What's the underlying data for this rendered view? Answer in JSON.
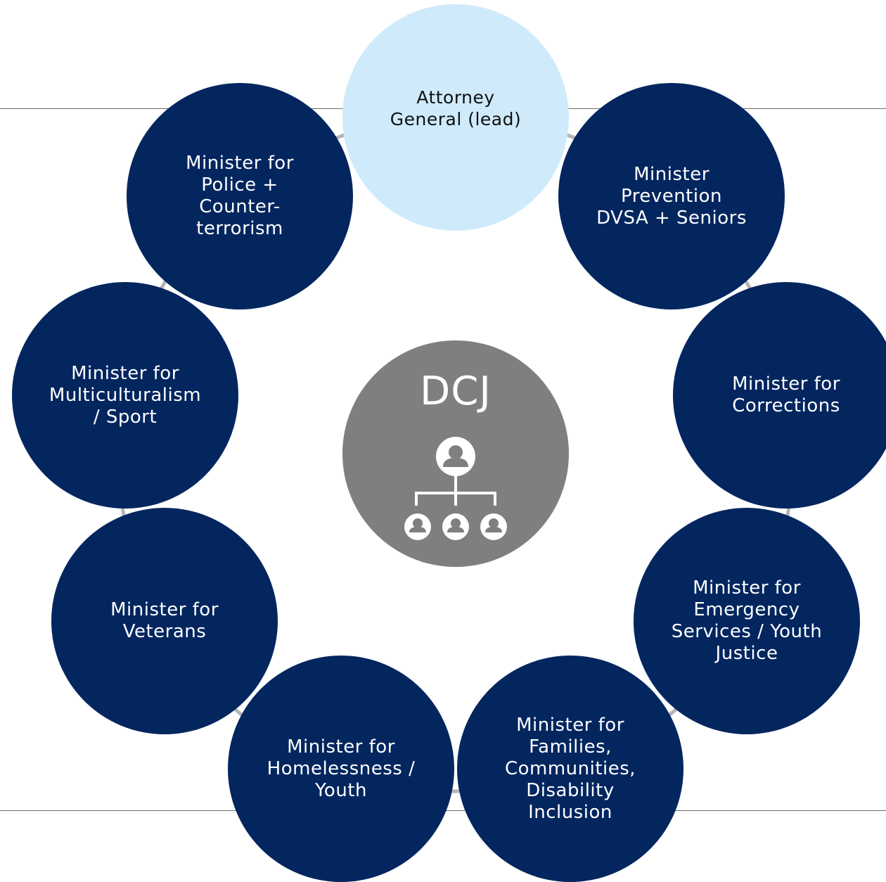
{
  "diagram": {
    "hub": {
      "label": "DCJ",
      "icon": "org-chart-icon"
    },
    "lead": {
      "label": "Attorney\nGeneral (lead)"
    },
    "ministers": [
      {
        "label": "Minister\nPrevention\nDVSA + Seniors"
      },
      {
        "label": "Minister for\nCorrections"
      },
      {
        "label": "Minister for\nEmergency\nServices / Youth\nJustice"
      },
      {
        "label": "Minister for\nFamilies,\nCommunities,\nDisability\nInclusion"
      },
      {
        "label": "Minister for\nHomelessness /\nYouth"
      },
      {
        "label": "Minister for\nVeterans"
      },
      {
        "label": "Minister for\nMulticulturalism\n/ Sport"
      },
      {
        "label": "Minister for\nPolice +\nCounter-\nterrorism"
      }
    ],
    "colors": {
      "minister_fill": "#03265f",
      "lead_fill": "#cfebfb",
      "hub_fill": "#7f7f7f",
      "ring": "#b4b4b8",
      "divider": "#6b6b6b"
    }
  }
}
